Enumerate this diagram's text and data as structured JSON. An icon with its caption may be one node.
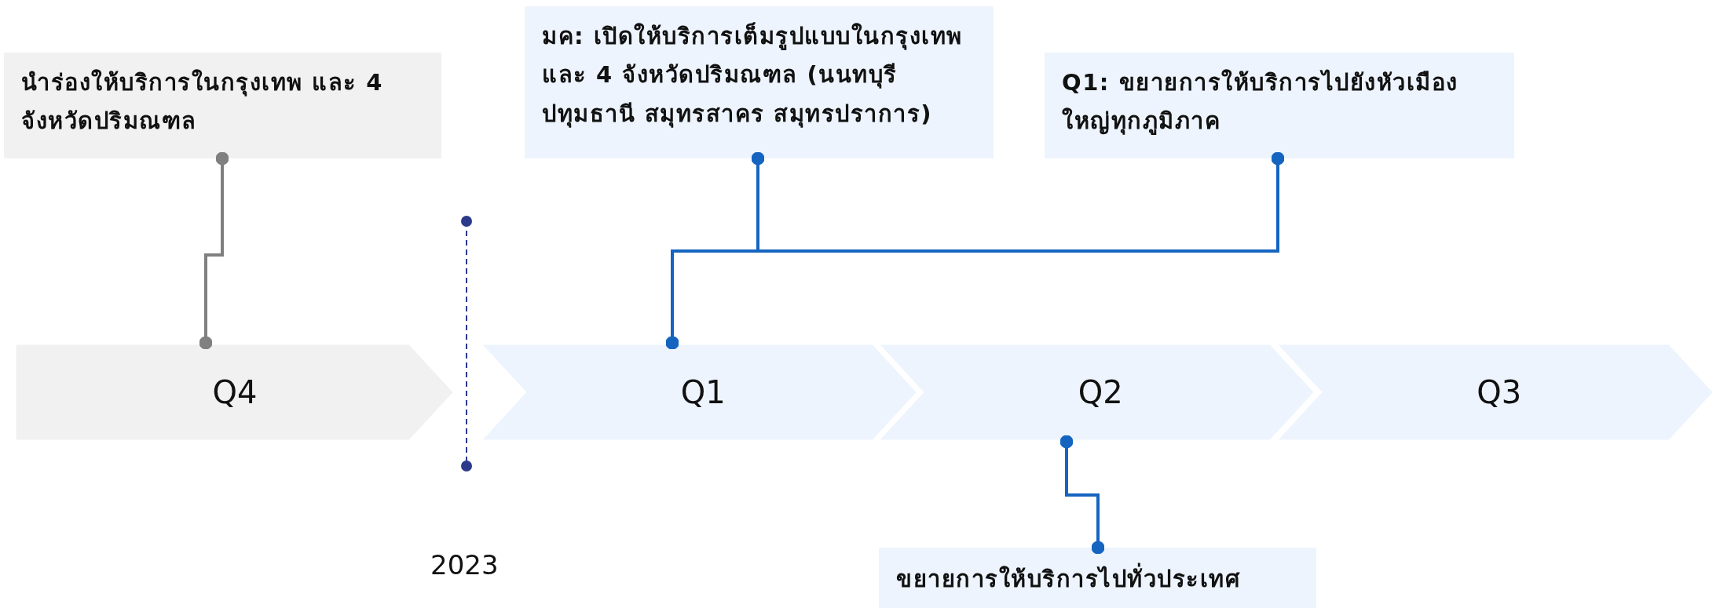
{
  "diagram": {
    "nodes": [
      {
        "text": [
          "นำร่องให้บริการในกรุงเทพ และ 4 จังหวัดปริมณฑล"
        ]
      },
      {
        "text": [
          "มค:  เปิดให้บริการเต็มรูปแบบในกรุงเทพ และ 4 จังหวัดปริมณฑล (นนทบุรี ปทุมธานี สมุทรสาคร สมุทรปราการ)"
        ]
      },
      {
        "text": [
          "Q1:  ขยายการให้บริการไปยังหัวเมืองใหญ่ทุกภูมิภาค"
        ]
      },
      {
        "text": [
          "Q4"
        ]
      },
      {
        "text": [
          "Q1"
        ]
      },
      {
        "text": [
          "Q2"
        ]
      },
      {
        "text": [
          "Q3"
        ]
      },
      {
        "text": [
          "ขยายการให้บริการไปทั่วประเทศ"
        ]
      }
    ],
    "edges": [
      {
        "from": 0,
        "to": 3,
        "arrow": "other",
        "color": "#808080"
      },
      {
        "from": 1,
        "to": 4,
        "arrow": "other"
      },
      {
        "from": 2,
        "to": 4,
        "arrow": "other"
      },
      {
        "from": 5,
        "to": 7,
        "arrow": "other"
      }
    ],
    "labels": [
      "2023"
    ]
  }
}
